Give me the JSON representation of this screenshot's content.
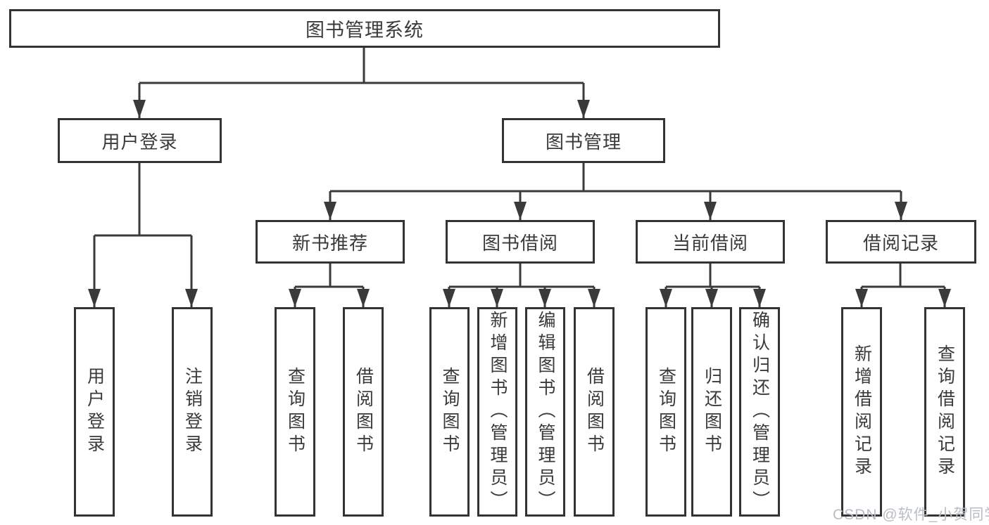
{
  "diagram": {
    "title": "图书管理系统",
    "level2": [
      {
        "label": "用户登录"
      },
      {
        "label": "图书管理"
      }
    ],
    "level3": [
      {
        "parent": "图书管理",
        "label": "新书推荐"
      },
      {
        "parent": "图书管理",
        "label": "图书借阅"
      },
      {
        "parent": "图书管理",
        "label": "当前借阅"
      },
      {
        "parent": "图书管理",
        "label": "借阅记录"
      }
    ],
    "leaves": [
      {
        "parent": "用户登录",
        "label": "用户登录"
      },
      {
        "parent": "用户登录",
        "label": "注销登录"
      },
      {
        "parent": "新书推荐",
        "label": "查询图书"
      },
      {
        "parent": "新书推荐",
        "label": "借阅图书"
      },
      {
        "parent": "图书借阅",
        "label": "查询图书"
      },
      {
        "parent": "图书借阅",
        "label": "新增图书（管理员）"
      },
      {
        "parent": "图书借阅",
        "label": "编辑图书（管理员）"
      },
      {
        "parent": "图书借阅",
        "label": "借阅图书"
      },
      {
        "parent": "当前借阅",
        "label": "查询图书"
      },
      {
        "parent": "当前借阅",
        "label": "归还图书"
      },
      {
        "parent": "当前借阅",
        "label": "确认归还（管理员）"
      },
      {
        "parent": "借阅记录",
        "label": "新增借阅记录"
      },
      {
        "parent": "借阅记录",
        "label": "查询借阅记录"
      }
    ],
    "line_color": "#3a3a3a",
    "border_color": "#333333",
    "text_color": "#3a3a3a"
  },
  "watermark": {
    "text": "CSDN @软件_小贺同学"
  }
}
